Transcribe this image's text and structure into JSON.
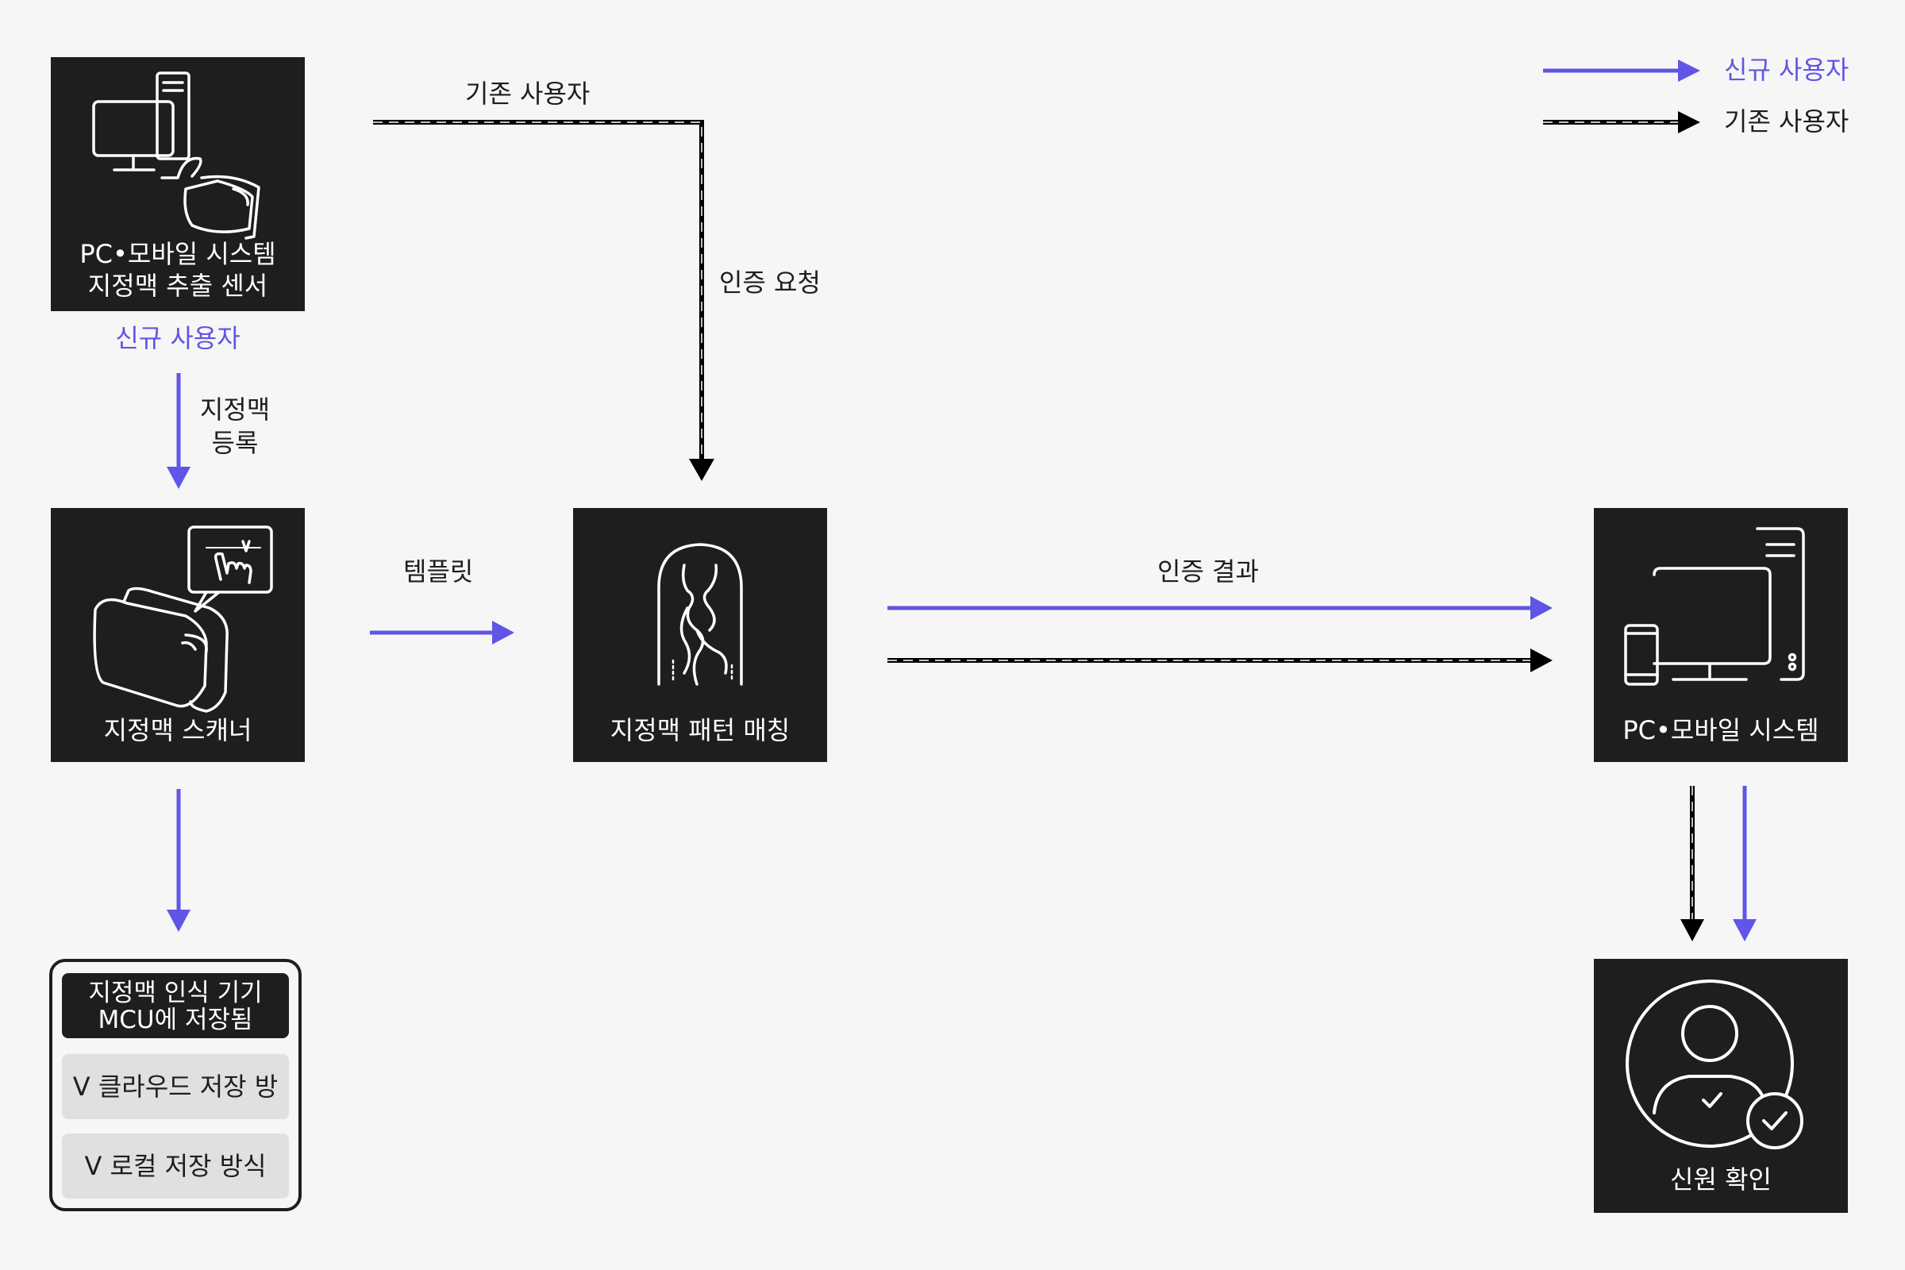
{
  "colors": {
    "new_user": "#6055e6",
    "existing_user": "#000000",
    "box": "#1e1e1e",
    "background": "#f6f6f6"
  },
  "legend": {
    "new_user": "신규 사용자",
    "existing_user": "기존 사용자"
  },
  "nodes": {
    "sensor": {
      "line1": "PC•모바일 시스템",
      "line2": "지정맥 추출 센서",
      "caption": "신규 사용자"
    },
    "scanner": {
      "label": "지정맥 스캐너"
    },
    "matching": {
      "label": "지정맥 패턴 매칭"
    },
    "system": {
      "label": "PC•모바일 시스템"
    },
    "identity": {
      "label": "신원 확인"
    }
  },
  "edges": {
    "register_line1": "지정맥",
    "register_line2": "등록",
    "existing_user": "기존 사용자",
    "auth_request": "인증 요청",
    "template": "템플릿",
    "auth_result": "인증 결과"
  },
  "storage": {
    "title_line1": "지정맥 인식 기기",
    "title_line2": "MCU에 저장됨",
    "option1": "V 클라우드 저장 방식",
    "option2": "V 로컬 저장 방식"
  }
}
